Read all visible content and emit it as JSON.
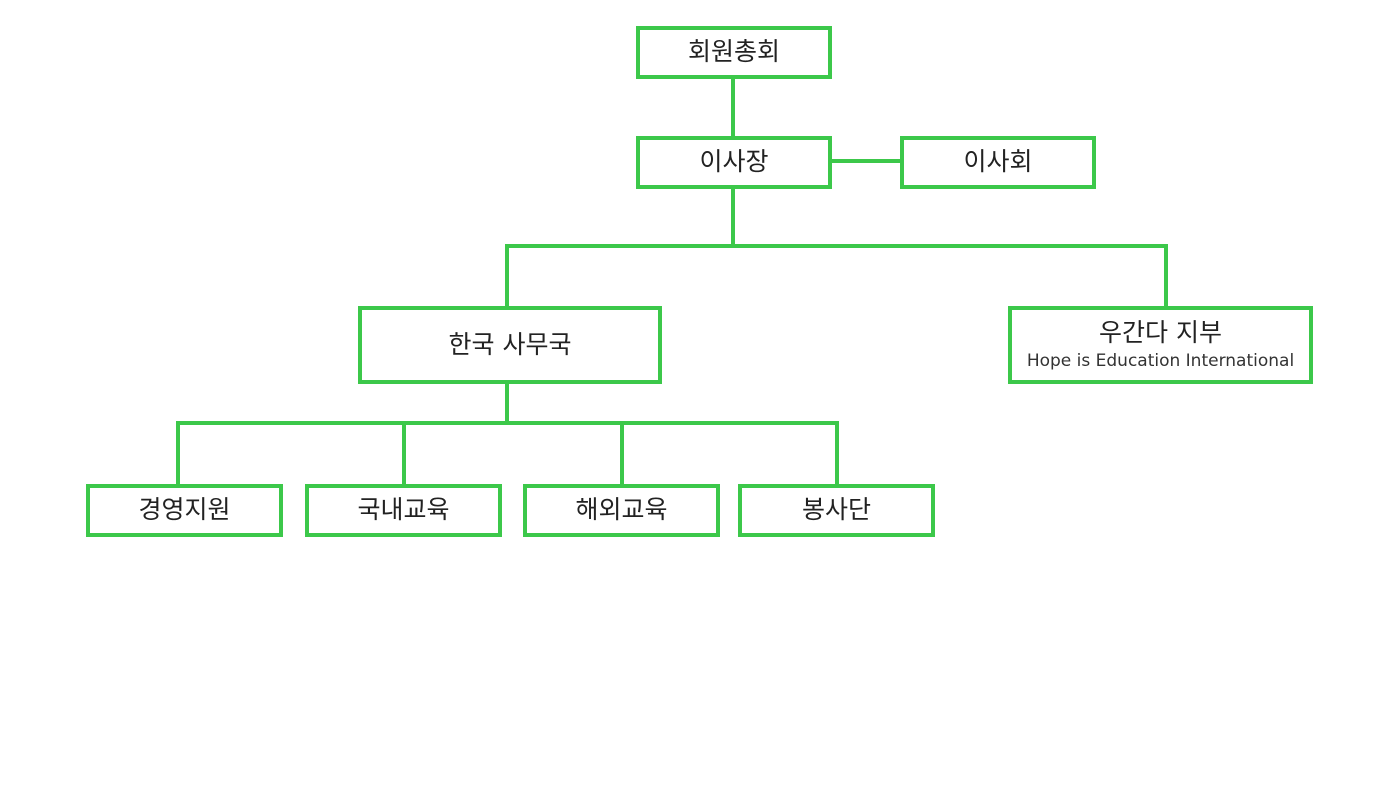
{
  "colors": {
    "accent": "#3cc84a",
    "text": "#222222",
    "background": "#ffffff"
  },
  "org": {
    "general_assembly": "회원총회",
    "chairman": "이사장",
    "board": "이사회",
    "korea_office": "한국 사무국",
    "uganda_branch": "우간다 지부",
    "uganda_branch_sub": "Hope is Education International",
    "management_support": "경영지원",
    "domestic_education": "국내교육",
    "overseas_education": "해외교육",
    "volunteer_group": "봉사단"
  }
}
